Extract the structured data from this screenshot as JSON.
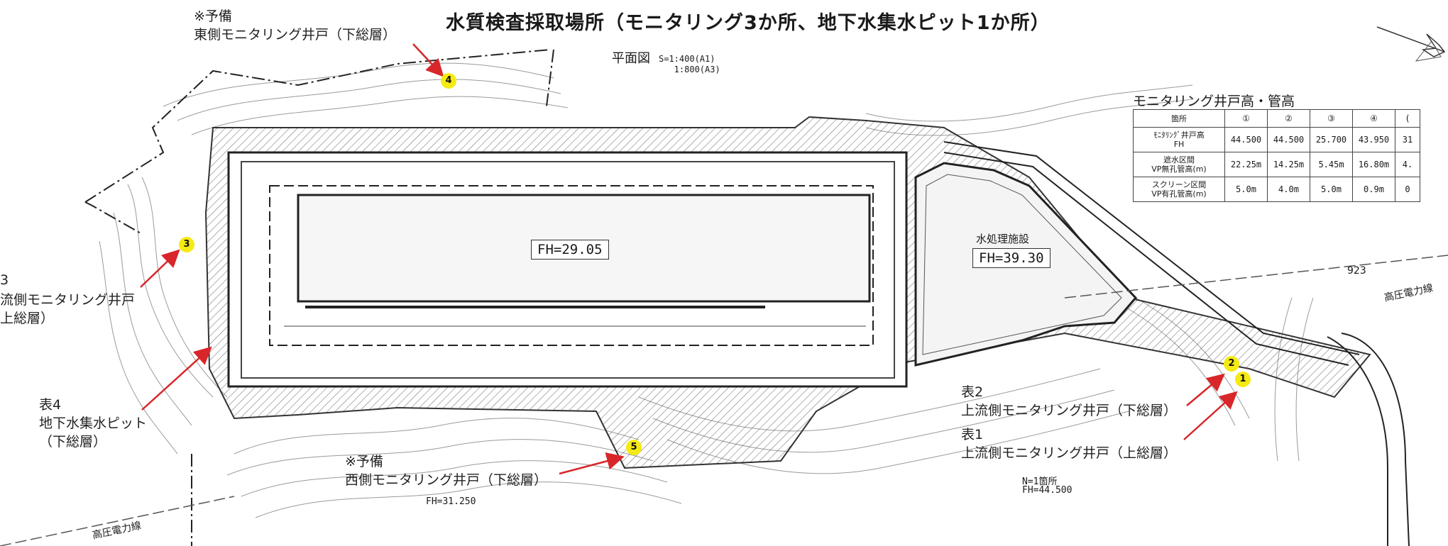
{
  "title": "水質検査採取場所（モニタリング3か所、地下水集水ピット1か所）",
  "plan": {
    "title": "平面図",
    "scale": "S=1:400(A1)\n   1:800(A3)"
  },
  "callouts": {
    "east": [
      "※予備",
      "東側モニタリング井戸（下総層）"
    ],
    "downstream": [
      "3",
      "流側モニタリング井戸",
      "上総層）"
    ],
    "pit": [
      "表4",
      "地下水集水ピット",
      "（下総層）"
    ],
    "west": [
      "※予備",
      "西側モニタリング井戸（下総層）"
    ],
    "upstream2": [
      "表2",
      "上流側モニタリング井戸（下総層）"
    ],
    "upstream1": [
      "表1",
      "上流側モニタリング井戸（上総層）"
    ]
  },
  "markers": [
    "1",
    "2",
    "3",
    "4",
    "5"
  ],
  "fh_main": "FH=29.05",
  "facility": {
    "name": "水処理施設",
    "fh": "FH=39.30"
  },
  "notes": {
    "n_points": "N=1箇所",
    "n_fh": "FH=44.500",
    "fh_low": "FH=31.250",
    "powerline_right": "高圧電力線",
    "powerline_left": "高圧電力線",
    "road_no": "923"
  },
  "table": {
    "caption": "モニタリング井戸高・管高",
    "headers": [
      "箇所",
      "①",
      "②",
      "③",
      "④",
      "("
    ],
    "rows": [
      {
        "label": "ﾓﾆﾀﾘﾝｸﾞ井戸高\nFH",
        "values": [
          "44.500",
          "44.500",
          "25.700",
          "43.950",
          "31"
        ]
      },
      {
        "label": "遮水区間\nVP無孔管高(m)",
        "values": [
          "22.25m",
          "14.25m",
          "5.45m",
          "16.80m",
          "4."
        ]
      },
      {
        "label": "スクリーン区間\nVP有孔管高(m)",
        "values": [
          "5.0m",
          "4.0m",
          "5.0m",
          "0.9m",
          "0"
        ]
      }
    ]
  },
  "colors": {
    "marker": "#f5ea12",
    "arrow": "#d8262a",
    "line": "#333333"
  }
}
